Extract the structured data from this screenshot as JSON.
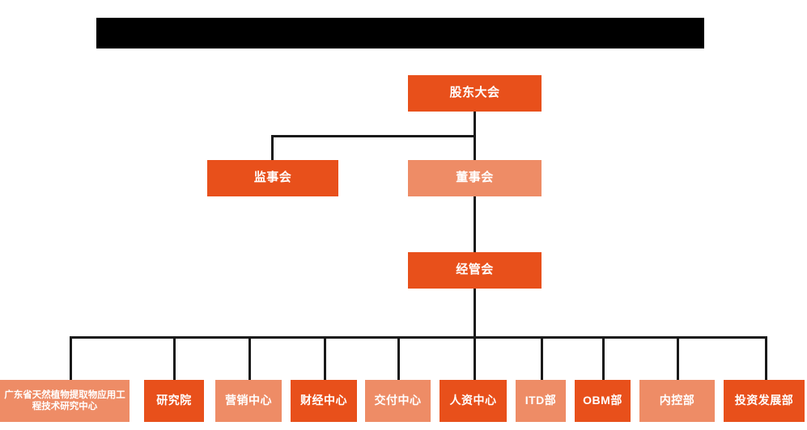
{
  "header": {
    "redacted_title_bar": "",
    "redaction_color": "#000000"
  },
  "theme": {
    "primary_color": "#E8501B",
    "secondary_color": "#EE8C66",
    "line_color": "#1a1a1a",
    "text_color": "#ffffff",
    "background": "#ffffff"
  },
  "chart_title": "",
  "org_chart": {
    "type": "org-hierarchy",
    "levels": [
      {
        "level": 1,
        "nodes": [
          {
            "id": "shareholders",
            "label": "股东大会",
            "style": "dark"
          }
        ]
      },
      {
        "level": 2,
        "nodes": [
          {
            "id": "supervisors",
            "label": "监事会",
            "style": "dark"
          },
          {
            "id": "directors",
            "label": "董事会",
            "style": "light"
          }
        ]
      },
      {
        "level": 3,
        "nodes": [
          {
            "id": "management",
            "label": "经管会",
            "style": "dark"
          }
        ]
      },
      {
        "level": 4,
        "nodes": [
          {
            "id": "gd-research-center",
            "label": "广东省天然植物提取物应用工程技术研究中心",
            "style": "light"
          },
          {
            "id": "research-institute",
            "label": "研究院",
            "style": "dark"
          },
          {
            "id": "marketing-center",
            "label": "营销中心",
            "style": "light"
          },
          {
            "id": "finance-center",
            "label": "财经中心",
            "style": "dark"
          },
          {
            "id": "delivery-center",
            "label": "交付中心",
            "style": "light"
          },
          {
            "id": "hr-center",
            "label": "人资中心",
            "style": "dark"
          },
          {
            "id": "itd-dept",
            "label": "ITD部",
            "style": "light"
          },
          {
            "id": "obm-dept",
            "label": "OBM部",
            "style": "dark"
          },
          {
            "id": "internal-control-dept",
            "label": "内控部",
            "style": "light"
          },
          {
            "id": "investment-dev-dept",
            "label": "投资发展部",
            "style": "dark"
          }
        ]
      }
    ]
  }
}
